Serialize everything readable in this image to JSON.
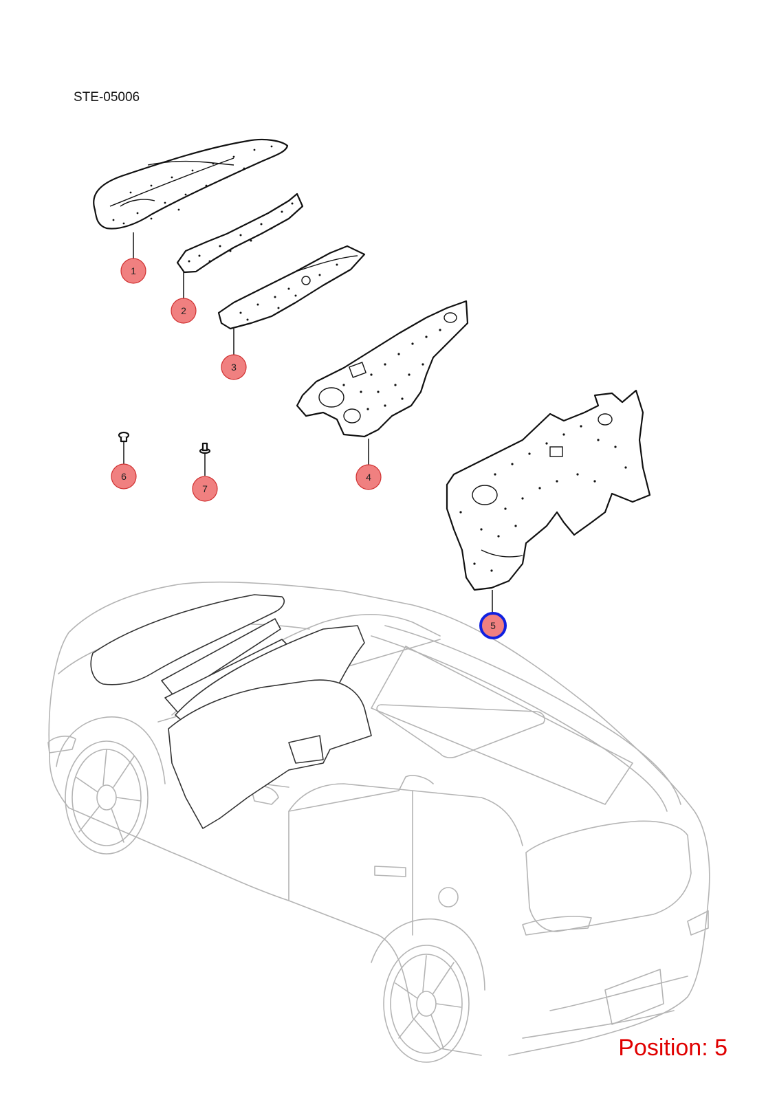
{
  "header": {
    "doc_id": "STE-05006"
  },
  "footer": {
    "position_label": "Position: 5"
  },
  "colors": {
    "callout_fill": "#f08080",
    "callout_stroke": "#d03030",
    "selected_stroke": "#1020e0",
    "position_text": "#e00000"
  },
  "callouts": [
    {
      "id": "1",
      "label": "1",
      "selected": false
    },
    {
      "id": "2",
      "label": "2",
      "selected": false
    },
    {
      "id": "3",
      "label": "3",
      "selected": false
    },
    {
      "id": "4",
      "label": "4",
      "selected": false
    },
    {
      "id": "5",
      "label": "5",
      "selected": true
    },
    {
      "id": "6",
      "label": "6",
      "selected": false
    },
    {
      "id": "7",
      "label": "7",
      "selected": false
    }
  ]
}
